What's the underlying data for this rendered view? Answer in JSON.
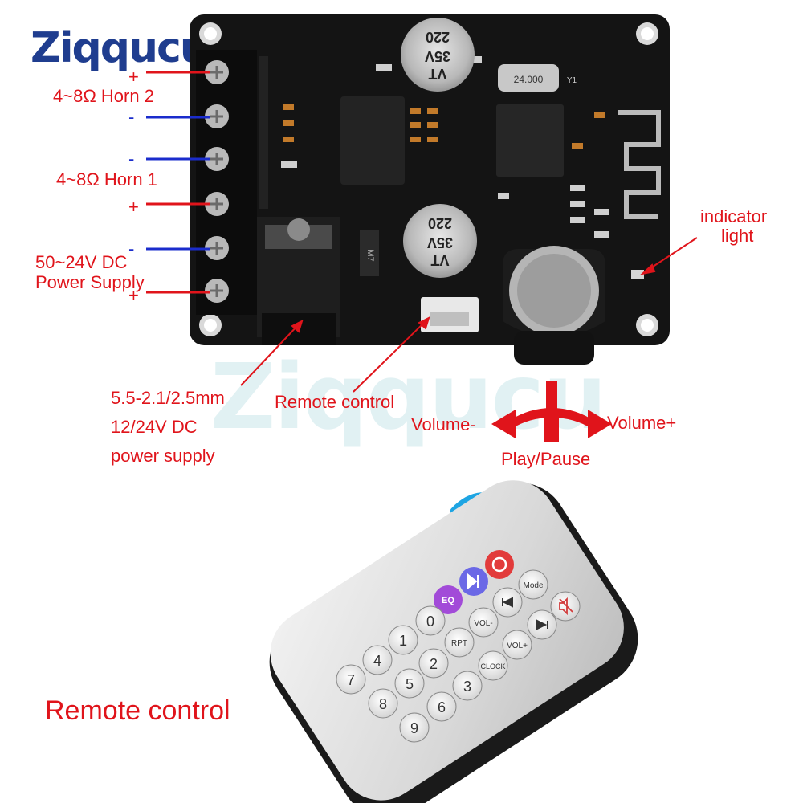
{
  "brand": {
    "logo_text": "Ziqqucu",
    "watermark_text": "Ziqqucu"
  },
  "board": {
    "cap_top": {
      "value": "220",
      "voltage": "35V",
      "series": "VT"
    },
    "cap_bottom": {
      "value": "220",
      "voltage": "35V",
      "series": "VT"
    },
    "crystal_label": "24.000",
    "crystal_ref": "Y1",
    "diode_label": "M7"
  },
  "terminals": [
    {
      "polarity": "+",
      "wire_color": "#e0141b"
    },
    {
      "polarity": "-",
      "wire_color": "#1a2ccc"
    },
    {
      "polarity": "-",
      "wire_color": "#1a2ccc"
    },
    {
      "polarity": "+",
      "wire_color": "#e0141b"
    },
    {
      "polarity": "-",
      "wire_color": "#1a2ccc"
    },
    {
      "polarity": "+",
      "wire_color": "#e0141b"
    }
  ],
  "labels": {
    "horn2": "4~8Ω  Horn 2",
    "horn1": "4~8Ω  Horn 1",
    "power_line1": "50~24V DC",
    "power_line2": "Power Supply",
    "indicator_line1": "indicator",
    "indicator_line2": "light",
    "barrel_line1": "5.5-2.1/2.5mm",
    "barrel_line2": "12/24V DC",
    "barrel_line3": "power supply",
    "remote_port": "Remote control",
    "volume_minus": "Volume-",
    "volume_plus": "Volume+",
    "play_pause": "Play/Pause",
    "remote_caption": "Remote control"
  },
  "colors": {
    "label_red": "#e0141b",
    "wire_blue": "#1a2ccc",
    "pcb_black": "#141414",
    "logo_blue": "#1f3d8f",
    "logo_green": "#2e9e4f",
    "wifi_blue": "#1ea5e3"
  },
  "remote": {
    "buttons": [
      {
        "label": "",
        "icon": "power-icon"
      },
      {
        "label": "",
        "icon": "play-pause-icon"
      },
      {
        "label": "Mode",
        "icon": ""
      },
      {
        "label": "EQ",
        "icon": ""
      },
      {
        "label": "",
        "icon": "previous-icon"
      },
      {
        "label": "",
        "icon": "mute-icon"
      },
      {
        "label": "0",
        "icon": ""
      },
      {
        "label": "VOL-",
        "icon": ""
      },
      {
        "label": "",
        "icon": "next-icon"
      },
      {
        "label": "1",
        "icon": ""
      },
      {
        "label": "RPT",
        "icon": ""
      },
      {
        "label": "VOL+",
        "icon": ""
      },
      {
        "label": "4",
        "icon": ""
      },
      {
        "label": "2",
        "icon": ""
      },
      {
        "label": "CLOCK",
        "icon": ""
      },
      {
        "label": "7",
        "icon": ""
      },
      {
        "label": "5",
        "icon": ""
      },
      {
        "label": "3",
        "icon": ""
      },
      {
        "label": "8",
        "icon": ""
      },
      {
        "label": "6",
        "icon": ""
      },
      {
        "label": "9",
        "icon": ""
      }
    ]
  }
}
